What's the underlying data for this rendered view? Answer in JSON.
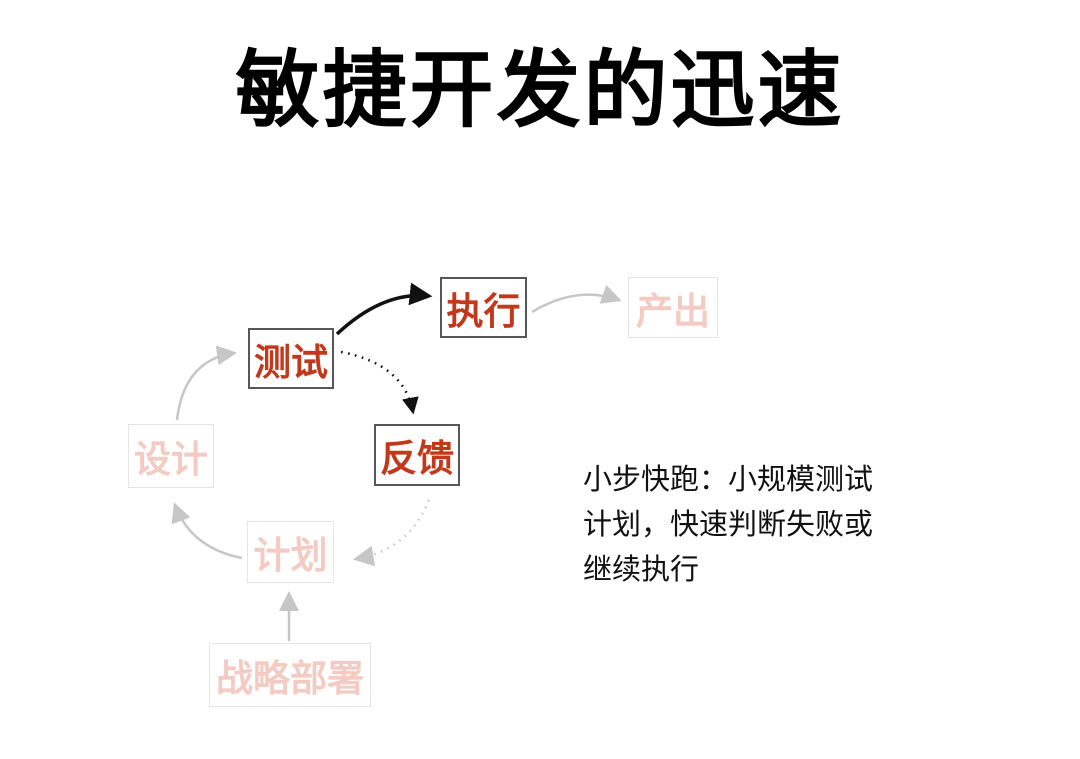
{
  "title": "敏捷开发的迅速",
  "diagram": {
    "nodes": {
      "test": {
        "label": "测试",
        "state": "active"
      },
      "execute": {
        "label": "执行",
        "state": "active"
      },
      "output": {
        "label": "产出",
        "state": "faded"
      },
      "feedback": {
        "label": "反馈",
        "state": "active"
      },
      "design": {
        "label": "设计",
        "state": "faded"
      },
      "plan": {
        "label": "计划",
        "state": "faded"
      },
      "strategy": {
        "label": "战略部署",
        "state": "faded"
      }
    },
    "edges": [
      {
        "from": "strategy",
        "to": "plan",
        "style": "solid",
        "color": "gray"
      },
      {
        "from": "plan",
        "to": "design",
        "style": "solid",
        "color": "gray"
      },
      {
        "from": "design",
        "to": "test",
        "style": "solid",
        "color": "gray"
      },
      {
        "from": "test",
        "to": "execute",
        "style": "solid",
        "color": "black"
      },
      {
        "from": "execute",
        "to": "output",
        "style": "solid",
        "color": "gray"
      },
      {
        "from": "test",
        "to": "feedback",
        "style": "dotted",
        "color": "black"
      },
      {
        "from": "feedback",
        "to": "plan",
        "style": "dotted",
        "color": "gray"
      }
    ]
  },
  "note": {
    "text": "小步快跑：小规模测试\n计划，快速判断失败或\n继续执行"
  },
  "colors": {
    "accent_red": "#c2381b",
    "faded_pink": "#f4cbc2",
    "active_border": "#575757",
    "faded_border": "#e6e3e2",
    "arrow_gray": "#c6c6c6",
    "arrow_black": "#111111",
    "text_black": "#000000"
  }
}
